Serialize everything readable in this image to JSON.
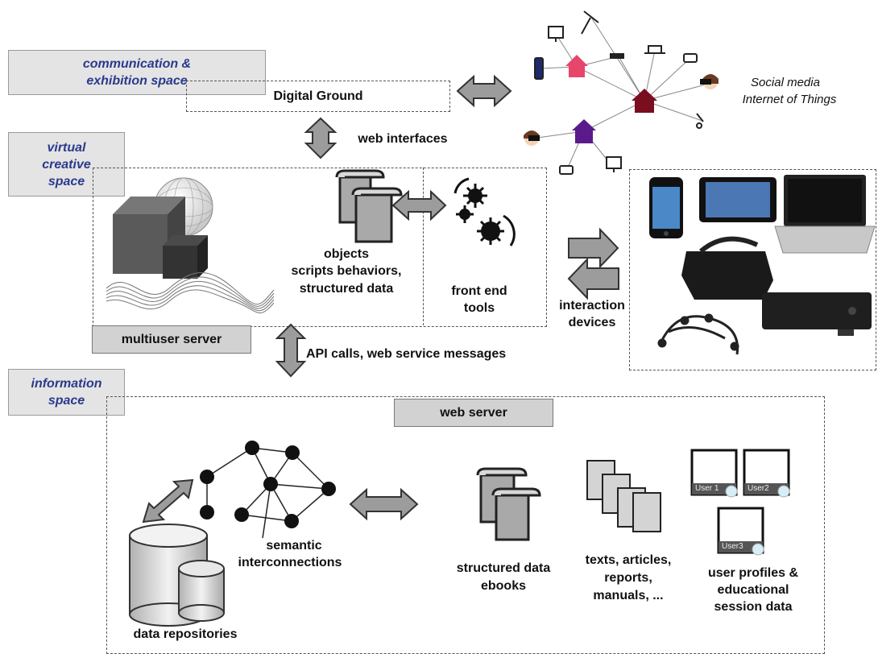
{
  "spaces": {
    "communication": "communication & exhibition space",
    "virtual": "virtual creative space",
    "information": "information space"
  },
  "labels": {
    "digital_ground": "Digital Ground",
    "social_media": "Social media",
    "iot": "Internet of Things",
    "web_interfaces": "web interfaces",
    "objects_1": "objects",
    "objects_2": "scripts behaviors,",
    "objects_3": "structured data",
    "front_end_1": "front end",
    "front_end_2": "tools",
    "interaction_1": "interaction",
    "interaction_2": "devices",
    "multiuser_server": "multiuser server",
    "api_calls": "API calls, web service messages",
    "web_server": "web server",
    "semantic_1": "semantic",
    "semantic_2": "interconnections",
    "data_repositories": "data repositories",
    "structured_1": "structured data",
    "structured_2": "ebooks",
    "texts_1": "texts, articles,",
    "texts_2": "reports,",
    "texts_3": "manuals, ...",
    "profiles_1": "user profiles &",
    "profiles_2": "educational",
    "profiles_3": "session data",
    "user1": "User 1",
    "user2": "User2",
    "user3": "User3"
  },
  "colors": {
    "space_label_text": "#2a3a8c",
    "arrow_fill": "#9c9c9c",
    "house_pink": "#e8456a",
    "house_darkred": "#7a0d1e",
    "house_purple": "#5b1a8c"
  },
  "icons": [
    "social-network-graph",
    "cube-sphere-3d-objects",
    "scroll-documents-icon",
    "gears-icon",
    "smartphone",
    "tablet",
    "laptop",
    "vr-headset",
    "kinect-sensor",
    "eeg-headset",
    "database-icon",
    "semantic-network-graph",
    "document-stack-icon",
    "user-screen-icon"
  ]
}
